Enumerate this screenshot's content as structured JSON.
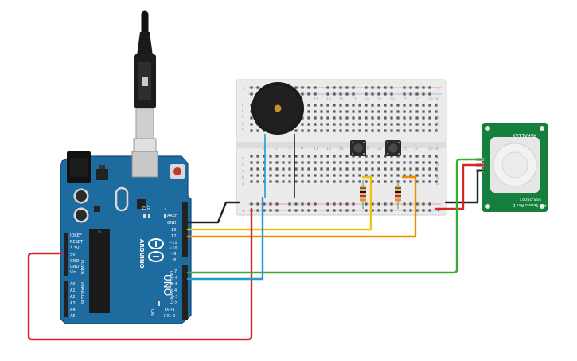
{
  "board": {
    "brand": "ARDUINO",
    "model": "UNO",
    "top_header_labels": [
      "AREF",
      "GND",
      "13",
      "12",
      "~11",
      "~10",
      "~9",
      "8"
    ],
    "bottom_header_labels": [
      "7",
      "~6",
      "~5",
      "4",
      "~3",
      "2",
      "TX→1",
      "RX←0"
    ],
    "digital_caption": "DIGITAL (PWM~)",
    "power_labels": [
      "IOREF",
      "RESET",
      "3.3V",
      "5V",
      "GND",
      "GND",
      "Vin"
    ],
    "power_caption": "POWER",
    "analog_labels": [
      "A0",
      "A1",
      "A2",
      "A3",
      "A4",
      "A5"
    ],
    "analog_caption": "ANALOG IN",
    "led_labels": [
      "TX",
      "RX",
      "L"
    ],
    "on_label": "ON",
    "colors": {
      "pcb": "#1e6ba0",
      "pcb_dark": "#164f77",
      "header": "#222222"
    }
  },
  "pir": {
    "brand": "PARALLAX",
    "part": "555-28027",
    "rev": "Rev B",
    "name": "PIR Sensor",
    "colors": {
      "pcb": "#15803d"
    }
  },
  "breadboard": {
    "row_letters": [
      "a",
      "b",
      "c",
      "d",
      "e",
      "f",
      "g",
      "h",
      "i",
      "j"
    ],
    "column_numbers": [
      "1",
      "2",
      "3",
      "4",
      "5",
      "6",
      "7",
      "8",
      "9",
      "10",
      "11",
      "12",
      "13",
      "14",
      "15",
      "16",
      "17",
      "18",
      "19",
      "20",
      "21",
      "22",
      "23",
      "24",
      "25",
      "26",
      "27",
      "28",
      "29",
      "30"
    ]
  },
  "wires": {
    "colors": {
      "black": "#222222",
      "red": "#d62728",
      "yellow": "#f2c200",
      "orange": "#ee8a00",
      "blue": "#1f9bd6",
      "green": "#3aaa35"
    }
  },
  "resistor_colors": [
    "#8b5a2b",
    "#111111",
    "#d62728",
    "#c9a227"
  ]
}
